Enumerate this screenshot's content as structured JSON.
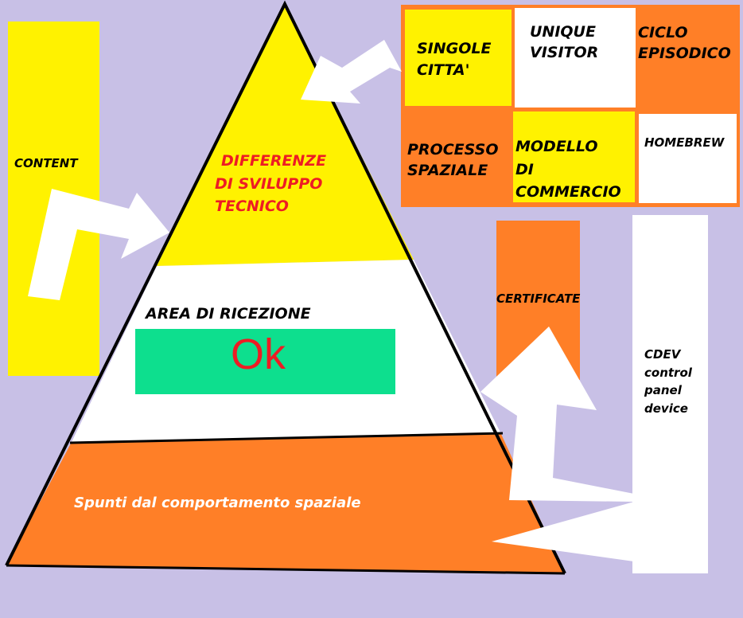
{
  "content_label": "CONTENT",
  "pyramid": {
    "top": [
      "DIFFERENZE",
      "DI SVILUPPO",
      "TECNICO"
    ],
    "middle_title": "AREA DI RICEZIONE",
    "ok_badge": "Ok",
    "bottom": "Spunti dal comportamento spaziale"
  },
  "grid": {
    "singole": [
      "SINGOLE",
      "CITTA'"
    ],
    "unique": [
      "UNIQUE",
      "VISITOR"
    ],
    "ciclo": [
      "CICLO",
      "EPISODICO"
    ],
    "processo": [
      "PROCESSO",
      "SPAZIALE"
    ],
    "modello": [
      "MODELLO",
      "DI",
      "COMMERCIO"
    ],
    "homebrew": "HOMEBREW"
  },
  "certificate_label": "CERTIFICATE",
  "cdev": [
    "CDEV",
    "control",
    "panel",
    "device"
  ],
  "colors": {
    "background": "#c8c0e6",
    "yellow": "#fff200",
    "orange": "#ff7f27",
    "white": "#ffffff",
    "green": "#0ddf8e",
    "red": "#ed1c24"
  }
}
